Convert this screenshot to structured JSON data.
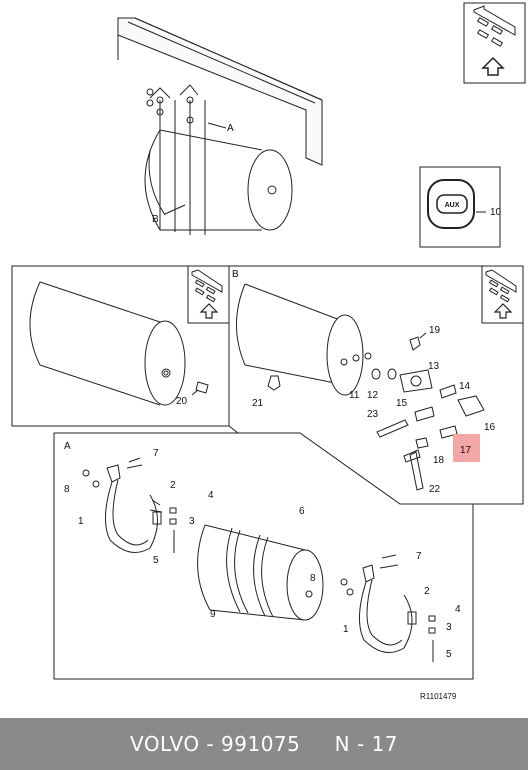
{
  "footer": {
    "brand": "VOLVO",
    "separator": " - ",
    "part_number": "991075",
    "position": "N - 17"
  },
  "drawing_ref": "R1101479",
  "aux_button": "AUX",
  "view_labels": {
    "a": "A",
    "b": "B"
  },
  "callouts": {
    "c1": "1",
    "c2": "2",
    "c3": "3",
    "c4": "4",
    "c5": "5",
    "c6": "6",
    "c7": "7",
    "c8": "8",
    "c9": "9",
    "c10": "10",
    "c11": "11",
    "c12": "12",
    "c13": "13",
    "c14": "14",
    "c15": "15",
    "c16": "16",
    "c17": "17",
    "c18": "18",
    "c19": "19",
    "c20": "20",
    "c21": "21",
    "c22": "22",
    "c23": "23"
  },
  "highlight_color": "#f2a6a6"
}
